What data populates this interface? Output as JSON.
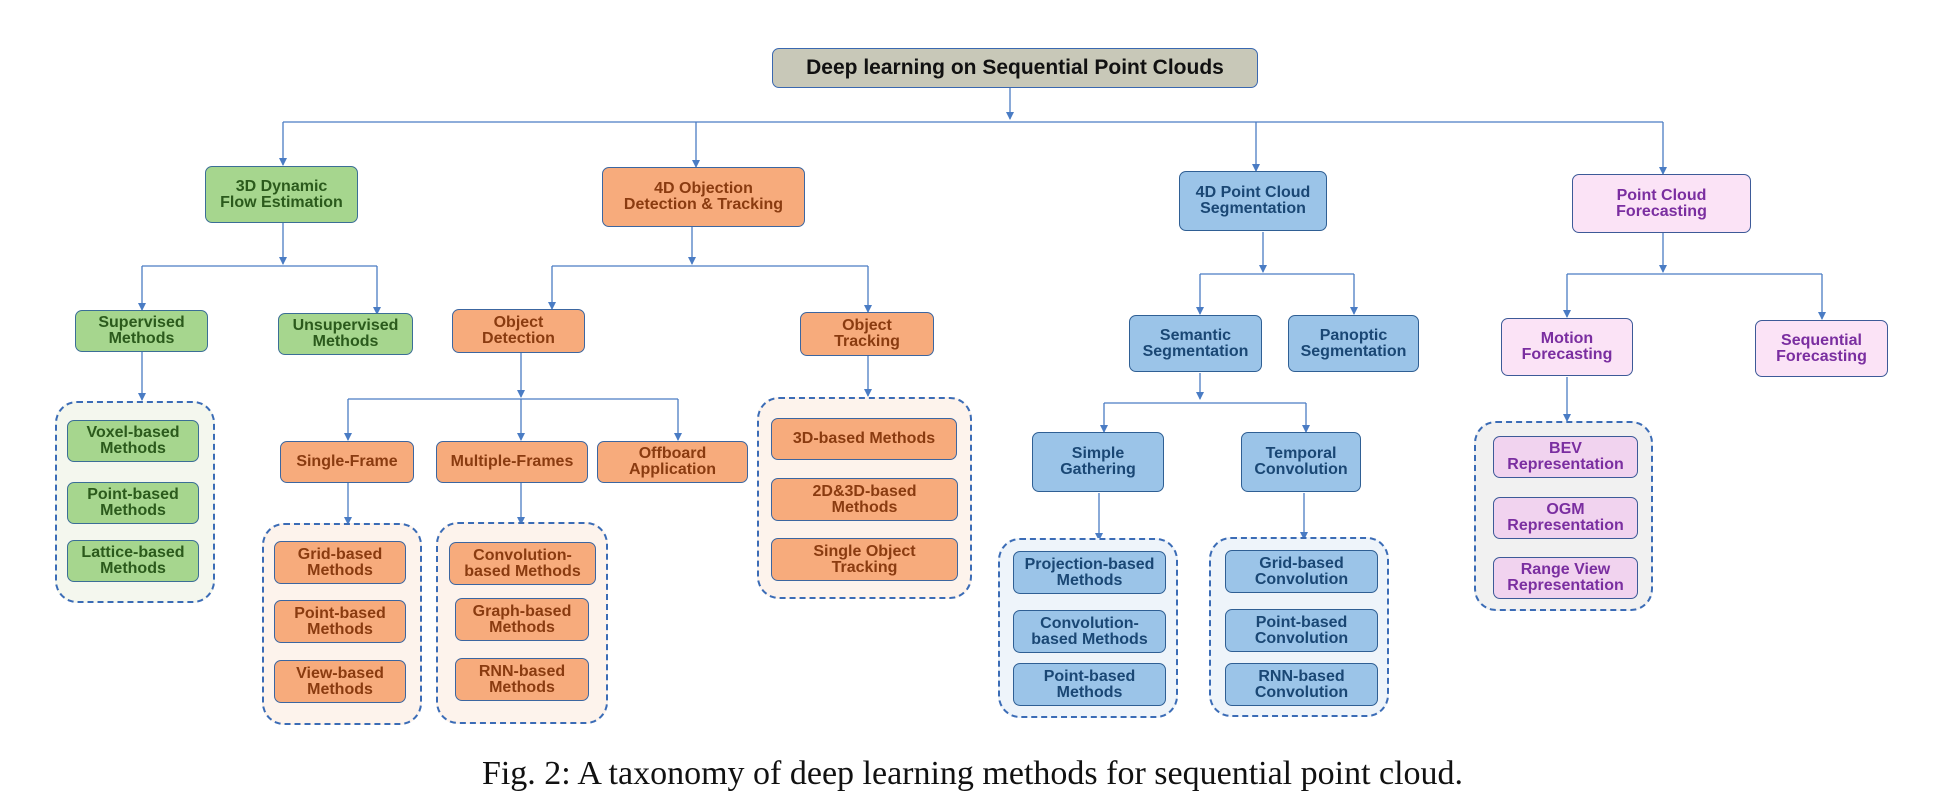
{
  "root": "Deep learning on Sequential Point Clouds",
  "flow": {
    "title": "3D Dynamic\nFlow Estimation",
    "supervised": "Supervised\nMethods",
    "unsupervised": "Unsupervised\nMethods",
    "methods": [
      "Voxel-based\nMethods",
      "Point-based\nMethods",
      "Lattice-based\nMethods"
    ]
  },
  "det": {
    "title": "4D Objection\nDetection & Tracking",
    "object_detection": "Object\nDetection",
    "object_tracking": "Object\nTracking",
    "single_frame": "Single-Frame",
    "multiple_frames": "Multiple-Frames",
    "offboard": "Offboard\nApplication",
    "single_frame_methods": [
      "Grid-based\nMethods",
      "Point-based\nMethods",
      "View-based\nMethods"
    ],
    "multiple_frames_methods": [
      "Convolution-\nbased Methods",
      "Graph-based\nMethods",
      "RNN-based\nMethods"
    ],
    "tracking_methods": [
      "3D-based Methods",
      "2D&3D-based\nMethods",
      "Single Object\nTracking"
    ]
  },
  "seg": {
    "title": "4D Point Cloud\nSegmentation",
    "semantic": "Semantic\nSegmentation",
    "panoptic": "Panoptic\nSegmentation",
    "simple": "Simple\nGathering",
    "temporal": "Temporal\nConvolution",
    "simple_methods": [
      "Projection-based\nMethods",
      "Convolution-\nbased Methods",
      "Point-based\nMethods"
    ],
    "temporal_methods": [
      "Grid-based\nConvolution",
      "Point-based\nConvolution",
      "RNN-based\nConvolution"
    ]
  },
  "fc": {
    "title": "Point Cloud\nForecasting",
    "motion": "Motion\nForecasting",
    "sequential": "Sequential\nForecasting",
    "representations": [
      "BEV\nRepresentation",
      "OGM\nRepresentation",
      "Range View\nRepresentation"
    ]
  },
  "caption": "Fig. 2: A taxonomy of deep learning methods for sequential point cloud.",
  "colors": {
    "connector": "#4a7cc4",
    "green": "#a6d68e",
    "orange": "#f7ab7c",
    "blue": "#9bc4e8",
    "pink": "#fbe3f6",
    "root": "#c8c8b8"
  }
}
